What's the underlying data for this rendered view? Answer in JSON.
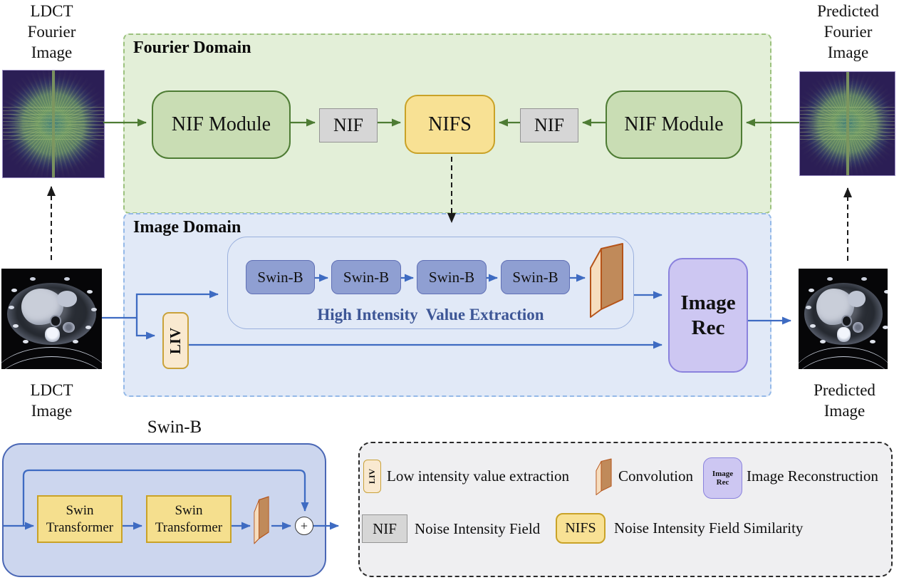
{
  "labels": {
    "ldct_fourier": [
      "LDCT",
      "Fourier",
      "Image"
    ],
    "predicted_fourier": [
      "Predicted",
      "Fourier",
      "Image"
    ],
    "ldct_image": [
      "LDCT",
      "Image"
    ],
    "predicted_image": [
      "Predicted",
      "Image"
    ]
  },
  "fourier_domain": {
    "title": "Fourier Domain",
    "nif_module_left": "NIF Module",
    "nif_left": "NIF",
    "nifs": "NIFS",
    "nif_right": "NIF",
    "nif_module_right": "NIF Module"
  },
  "image_domain": {
    "title": "Image Domain",
    "swin_blocks": [
      "Swin-B",
      "Swin-B",
      "Swin-B",
      "Swin-B"
    ],
    "hive_caption": "High Intensity  Value Extraction",
    "liv": "LIV",
    "image_rec": [
      "Image",
      "Rec"
    ]
  },
  "swinb_detail": {
    "title": "Swin-B",
    "block1": [
      "Swin",
      "Transformer"
    ],
    "block2": [
      "Swin",
      "Transformer"
    ],
    "plus": "+"
  },
  "legend": {
    "liv_icon": "LIV",
    "nif_icon": "NIF",
    "nifs_icon": "NIFS",
    "image_rec_icon": [
      "Image",
      "Rec"
    ],
    "items": [
      {
        "icon": "liv-icon",
        "label": "Low intensity value extraction"
      },
      {
        "icon": "convolution-icon",
        "label": "Convolution"
      },
      {
        "icon": "image-rec-icon",
        "label": "Image Reconstruction"
      },
      {
        "icon": "nif-icon",
        "label": "Noise Intensity Field"
      },
      {
        "icon": "nifs-icon",
        "label": "Noise Intensity Field Similarity"
      }
    ]
  },
  "colors": {
    "fourier_domain_fill": "#e3efd8",
    "fourier_domain_border": "#9cc27e",
    "image_domain_fill": "#e1e9f7",
    "image_domain_border": "#94b9e8",
    "nif_module_fill": "#c9ddb4",
    "nif_module_border": "#4e7c34",
    "nif_fill": "#d6d6d6",
    "nif_border": "#949494",
    "nifs_fill": "#f8e194",
    "nifs_border": "#c9a227",
    "swinb_fill": "#8f9fd2",
    "swinb_border": "#5f6fb5",
    "liv_fill": "#f9e9d0",
    "liv_border": "#c9a23a",
    "image_rec_fill": "#cdc7f2",
    "image_rec_border": "#8a82dd",
    "swin_transformer_fill": "#f5df8e",
    "swin_transformer_border": "#c9a227",
    "swinb_detail_fill": "#ccd6ee",
    "swinb_detail_border": "#4a67b5",
    "legend_fill": "#efeff1",
    "green_arrow": "#4e7c34",
    "blue_arrow": "#3e6bc2",
    "dashed_arrow": "#1a1a1a",
    "hive_text": "#3d5696",
    "conv_light": "#f6ddbe",
    "conv_dark": "#c08a5a",
    "conv_outline": "#b5541a"
  }
}
